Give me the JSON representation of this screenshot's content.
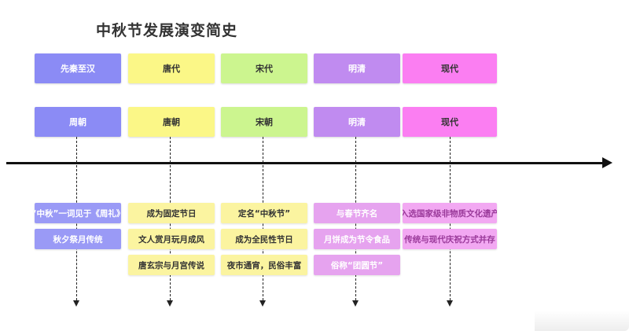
{
  "title": "中秋节发展演变简史",
  "colors": {
    "background": "#ffffff",
    "axis": "#111111",
    "title_text": "#333333",
    "col1_fill": "#8b8bf5",
    "col1_text": "#ffffff",
    "col2_fill": "#fbf787",
    "col2_text": "#333333",
    "col3_fill": "#ccf58f",
    "col3_text": "#333333",
    "col4_fill": "#c08bf0",
    "col4_text": "#ffffff",
    "col5_fill": "#fb7ef2",
    "col5_text": "#333333",
    "col4_detail_fill": "#e6a3ef",
    "col5_detail_fill": "#f2a8f2",
    "col5_detail_text": "#8b3a8b"
  },
  "timeline": {
    "axis_label": "time-axis",
    "direction": "left-to-right",
    "tick_count": 5
  },
  "columns": [
    {
      "id": "col-1",
      "period_label": "先秦至汉",
      "dynasty_label": "周朝",
      "fill": "#8b8bf5",
      "text_color": "#ffffff",
      "detail_fill": "#9a9af6",
      "detail_text_color": "#ffffff",
      "details": [
        "“中秋”一词见于《周礼》",
        "秋夕祭月传统"
      ]
    },
    {
      "id": "col-2",
      "period_label": "唐代",
      "dynasty_label": "唐朝",
      "fill": "#fbf787",
      "text_color": "#333333",
      "detail_fill": "#fbf4a0",
      "detail_text_color": "#333333",
      "details": [
        "成为固定节日",
        "文人赏月玩月成风",
        "唐玄宗与月宫传说"
      ]
    },
    {
      "id": "col-3",
      "period_label": "宋代",
      "dynasty_label": "宋朝",
      "fill": "#ccf58f",
      "text_color": "#333333",
      "detail_fill": "#fbf4a0",
      "detail_text_color": "#333333",
      "details": [
        "定名“中秋节”",
        "成为全民性节日",
        "夜市通宵，民俗丰富"
      ]
    },
    {
      "id": "col-4",
      "period_label": "明清",
      "dynasty_label": "明清",
      "fill": "#c08bf0",
      "text_color": "#ffffff",
      "detail_fill": "#e6a3ef",
      "detail_text_color": "#ffffff",
      "details": [
        "与春节齐名",
        "月饼成为节令食品",
        "俗称“团圆节”"
      ]
    },
    {
      "id": "col-5",
      "period_label": "现代",
      "dynasty_label": "现代",
      "fill": "#fb7ef2",
      "text_color": "#333333",
      "detail_fill": "#f2a8f2",
      "detail_text_color": "#9a3a9a",
      "details": [
        "入选国家级非物质文化遗产",
        "传统与现代庆祝方式并存"
      ]
    }
  ]
}
